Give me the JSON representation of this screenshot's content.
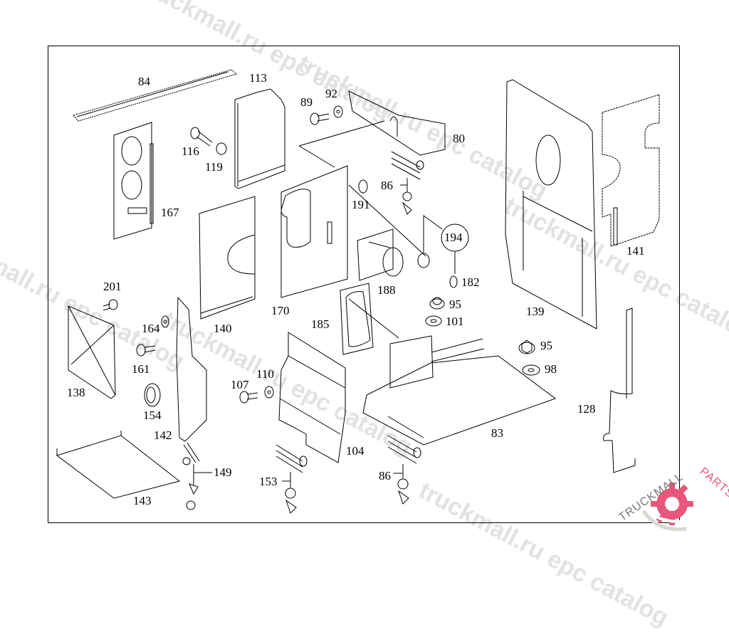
{
  "diagram": {
    "type": "exploded parts diagram",
    "callouts": [
      {
        "id": "84",
        "label": "84"
      },
      {
        "id": "113",
        "label": "113"
      },
      {
        "id": "89",
        "label": "89"
      },
      {
        "id": "92",
        "label": "92"
      },
      {
        "id": "80",
        "label": "80"
      },
      {
        "id": "116",
        "label": "116"
      },
      {
        "id": "119",
        "label": "119"
      },
      {
        "id": "167",
        "label": "167"
      },
      {
        "id": "86-top",
        "label": "86"
      },
      {
        "id": "191",
        "label": "191"
      },
      {
        "id": "194",
        "label": "194"
      },
      {
        "id": "182",
        "label": "182"
      },
      {
        "id": "141",
        "label": "141"
      },
      {
        "id": "140",
        "label": "140"
      },
      {
        "id": "170",
        "label": "170"
      },
      {
        "id": "188",
        "label": "188"
      },
      {
        "id": "95-a",
        "label": "95"
      },
      {
        "id": "101",
        "label": "101"
      },
      {
        "id": "139",
        "label": "139"
      },
      {
        "id": "201",
        "label": "201"
      },
      {
        "id": "164",
        "label": "164"
      },
      {
        "id": "185",
        "label": "185"
      },
      {
        "id": "95-b",
        "label": "95"
      },
      {
        "id": "98",
        "label": "98"
      },
      {
        "id": "161",
        "label": "161"
      },
      {
        "id": "138",
        "label": "138"
      },
      {
        "id": "110",
        "label": "110"
      },
      {
        "id": "107",
        "label": "107"
      },
      {
        "id": "154",
        "label": "154"
      },
      {
        "id": "128",
        "label": "128"
      },
      {
        "id": "83",
        "label": "83"
      },
      {
        "id": "142",
        "label": "142"
      },
      {
        "id": "104",
        "label": "104"
      },
      {
        "id": "149",
        "label": "149"
      },
      {
        "id": "86-bottom",
        "label": "86"
      },
      {
        "id": "153",
        "label": "153"
      },
      {
        "id": "143",
        "label": "143"
      }
    ]
  },
  "watermarks": [
    "truckmall.ru epc catalog",
    "truckmall.ru epc catalog",
    "truckmall.ru epc catalog",
    "truckmall.ru epc catalog"
  ],
  "logo": {
    "text_left": "TRUCKMALL",
    "text_right": "PARTS",
    "accent_color": "#e8577a"
  }
}
